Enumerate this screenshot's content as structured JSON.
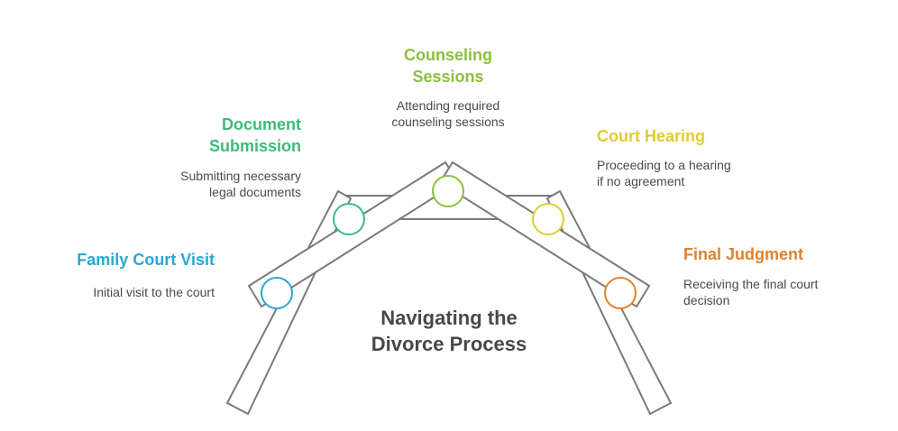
{
  "center_title": {
    "line1": "Navigating the",
    "line2": "Divorce Process"
  },
  "steps": [
    {
      "id": "family-court-visit",
      "title": "Family Court Visit",
      "title_lines": [
        "Family Court Visit"
      ],
      "desc_lines": [
        "Initial visit to the court"
      ],
      "color": "#2aa7d4"
    },
    {
      "id": "document-submission",
      "title": "Document Submission",
      "title_lines": [
        "Document",
        "Submission"
      ],
      "desc_lines": [
        "Submitting necessary",
        "legal documents"
      ],
      "color": "#3dbb7b"
    },
    {
      "id": "counseling-sessions",
      "title": "Counseling Sessions",
      "title_lines": [
        "Counseling",
        "Sessions"
      ],
      "desc_lines": [
        "Attending required",
        "counseling sessions"
      ],
      "color": "#8cbf3f"
    },
    {
      "id": "court-hearing",
      "title": "Court Hearing",
      "title_lines": [
        "Court Hearing"
      ],
      "desc_lines": [
        "Proceeding to a hearing",
        "if no agreement"
      ],
      "color": "#e1cc2f"
    },
    {
      "id": "final-judgment",
      "title": "Final Judgment",
      "title_lines": [
        "Final Judgment"
      ],
      "desc_lines": [
        "Receiving the final court",
        "decision"
      ],
      "color": "#e0822c"
    }
  ],
  "structure_color": "#7a7a7a"
}
